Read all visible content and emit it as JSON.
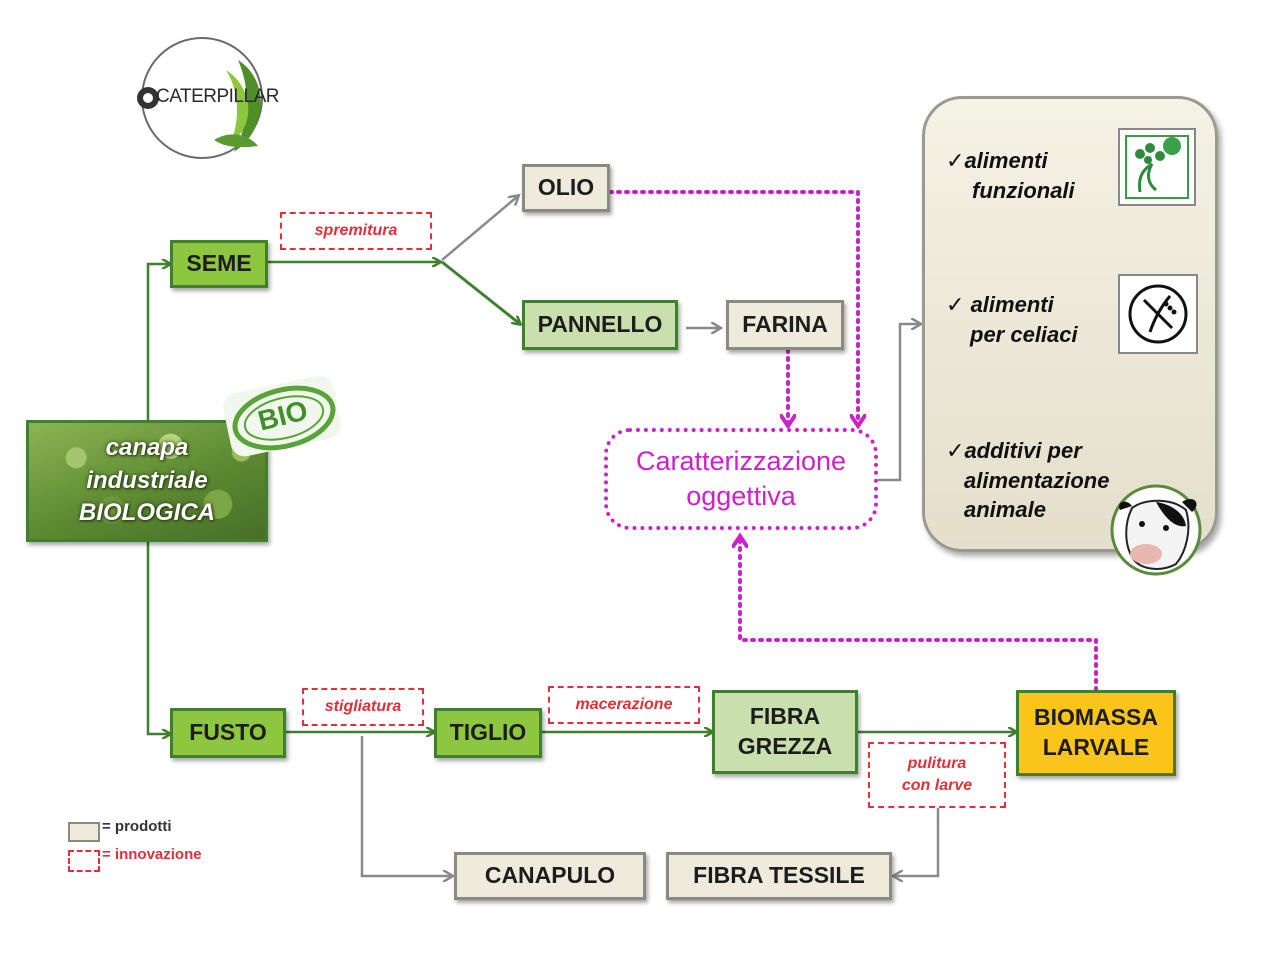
{
  "logo": {
    "text": "CATERPILLAR"
  },
  "source": {
    "lines": [
      "canapa",
      "industriale",
      "BIOLOGICA"
    ],
    "badge": "BIO"
  },
  "products": {
    "seme": "SEME",
    "olio": "OLIO",
    "pannello": "PANNELLO",
    "farina": "FARINA",
    "fusto": "FUSTO",
    "tiglio": "TIGLIO",
    "fibra_grezza": [
      "FIBRA",
      "GREZZA"
    ],
    "biomassa": [
      "BIOMASSA",
      "LARVALE"
    ],
    "canapulo": "CANAPULO",
    "fibra_tessile": "FIBRA TESSILE"
  },
  "processes": {
    "spremitura": "spremitura",
    "stigliatura": "stigliatura",
    "macerazione": "macerazione",
    "pulitura": [
      "pulitura",
      "con larve"
    ]
  },
  "caratterizzazione": [
    "Caratterizzazione",
    "oggettiva"
  ],
  "applications": [
    {
      "check": "✓",
      "lines": [
        "alimenti",
        "funzionali"
      ],
      "icon": "functional-food-icon"
    },
    {
      "check": "✓",
      "lines": [
        "alimenti",
        "per celiaci"
      ],
      "icon": "gluten-free-icon"
    },
    {
      "check": "✓",
      "lines": [
        "additivi per",
        "alimentazione",
        "animale"
      ],
      "icon": "cow-icon"
    }
  ],
  "legend": {
    "prodotti": "= prodotti",
    "innovazione": "= innovazione"
  },
  "colors": {
    "green_arrow": "#3f7f2d",
    "gray_arrow": "#8a8a8a",
    "magenta": "#cc22cc",
    "innovation_red": "#e0303a",
    "biomass_yellow": "#f9c51a"
  }
}
